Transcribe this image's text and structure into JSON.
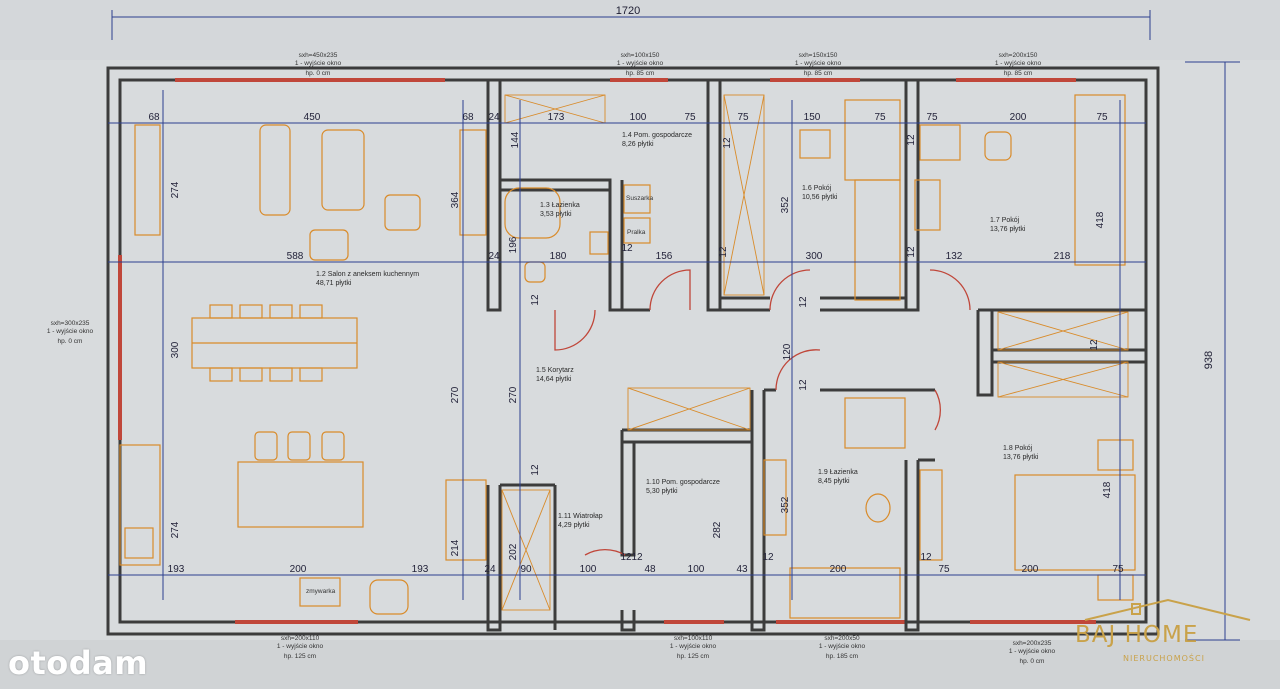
{
  "overall_width": "1720",
  "overall_height": "938",
  "top_dims": [
    "68",
    "450",
    "68",
    "24",
    "173",
    "100",
    "75",
    "75",
    "150",
    "75",
    "75",
    "200",
    "75"
  ],
  "top_dim_144": "144",
  "mid_dims": [
    "588",
    "24",
    "180",
    "156",
    "300",
    "132",
    "218"
  ],
  "bottom_dims": [
    "193",
    "200",
    "193",
    "24",
    "90",
    "100",
    "48",
    "100",
    "43",
    "200",
    "75",
    "200",
    "75"
  ],
  "bottom_twelves": [
    "12",
    "12",
    "12",
    "12"
  ],
  "left_dims": [
    "274",
    "300",
    "274"
  ],
  "vert_dims": [
    "364",
    "270",
    "214",
    "270",
    "196",
    "202",
    "282",
    "352",
    "352",
    "418",
    "418",
    "120"
  ],
  "wall_twelve": "12",
  "windows": {
    "w1": {
      "size": "sxh=450x235",
      "note": "1 - wyjście okno",
      "hp": "hp. 0 cm"
    },
    "w2": {
      "size": "sxh=100x150",
      "note": "1 - wyjście okno",
      "hp": "hp. 85 cm"
    },
    "w3": {
      "size": "sxh=150x150",
      "note": "1 - wyjście okno",
      "hp": "hp. 85 cm"
    },
    "w4": {
      "size": "sxh=200x150",
      "note": "1 - wyjście okno",
      "hp": "hp. 85 cm"
    },
    "w5": {
      "size": "sxh=300x235",
      "note": "1 - wyjście okno",
      "hp": "hp. 0 cm"
    },
    "w6": {
      "size": "sxh=200x110",
      "note": "1 - wyjście okno",
      "hp": "hp. 125 cm"
    },
    "w7": {
      "size": "sxh=100x110",
      "note": "1 - wyjście okno",
      "hp": "hp. 125 cm"
    },
    "w8": {
      "size": "sxh=200x50",
      "note": "1 - wyjście okno",
      "hp": "hp. 185 cm"
    },
    "w9": {
      "size": "sxh=200x235",
      "note": "1 - wyjście okno",
      "hp": "hp. 0 cm"
    }
  },
  "rooms": {
    "r1_2": {
      "num": "1.2",
      "name": "Salon z aneksem kuchennym",
      "area": "48,71",
      "floor": "płytki"
    },
    "r1_3": {
      "num": "1.3",
      "name": "Łazienka",
      "area": "3,53",
      "floor": "płytki"
    },
    "r1_4": {
      "num": "1.4",
      "name": "Pom. gospodarcze",
      "area": "8,26",
      "floor": "płytki"
    },
    "r1_5": {
      "num": "1.5",
      "name": "Korytarz",
      "area": "14,64",
      "floor": "płytki"
    },
    "r1_6": {
      "num": "1.6",
      "name": "Pokój",
      "area": "10,56",
      "floor": "płytki"
    },
    "r1_7": {
      "num": "1.7",
      "name": "Pokój",
      "area": "13,76",
      "floor": "płytki"
    },
    "r1_8": {
      "num": "1.8",
      "name": "Pokój",
      "area": "13,76",
      "floor": "płytki"
    },
    "r1_9": {
      "num": "1.9",
      "name": "Łazienka",
      "area": "8,45",
      "floor": "płytki"
    },
    "r1_10": {
      "num": "1.10",
      "name": "Pom. gospodarcze",
      "area": "5,30",
      "floor": "płytki"
    },
    "r1_11": {
      "num": "1.11",
      "name": "Wiatrołap",
      "area": "4,29",
      "floor": "płytki"
    }
  },
  "fixture_labels": {
    "dryer": "Suszarka",
    "washer": "Pralka",
    "sink": "zmywarka"
  },
  "watermark_left": "otodam",
  "logo": {
    "name": "BAJ HOME",
    "sub": "NIERUCHOMOŚCI"
  },
  "colors": {
    "wall": "#3c3c3c",
    "dimension": "#2c3f8f",
    "furniture": "#d98b2a",
    "window": "#c0473a",
    "paper": "#d6dadc"
  }
}
